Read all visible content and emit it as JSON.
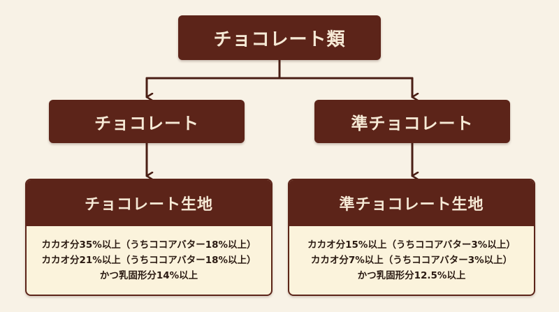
{
  "diagram": {
    "root": {
      "label": "チョコレート類"
    },
    "branches": [
      {
        "label": "チョコレート",
        "card": {
          "title": "チョコレート生地",
          "lines": [
            "カカオ分35%以上（うちココアバター18%以上）",
            "カカオ分21%以上（うちココアバター18%以上）",
            "かつ乳固形分14%以上"
          ]
        }
      },
      {
        "label": "準チョコレート",
        "card": {
          "title": "準チョコレート生地",
          "lines": [
            "カカオ分15%以上（うちココアバター3%以上）",
            "カカオ分7%以上（うちココアバター3%以上）",
            "かつ乳固形分12.5%以上"
          ]
        }
      }
    ]
  },
  "colors": {
    "background": "#f8f2e6",
    "box_fill": "#5c2419",
    "box_text": "#f6ead6",
    "card_fill": "#fbf3dc",
    "connector": "#4a1f15"
  }
}
